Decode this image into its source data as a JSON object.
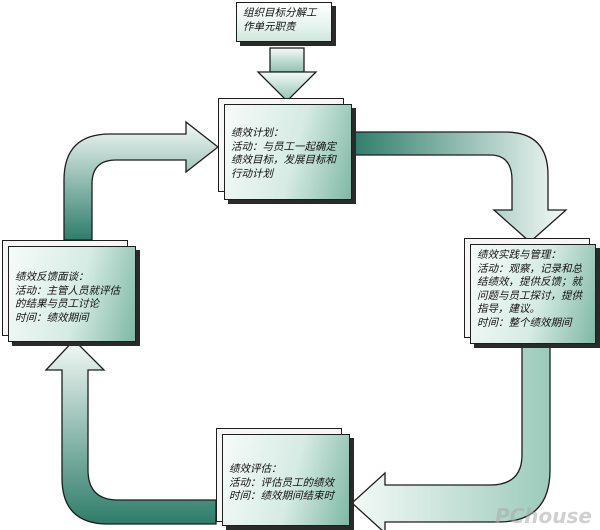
{
  "diagram": {
    "top": {
      "lines": [
        "组织目标分解工",
        "作单元职责"
      ]
    },
    "plan": {
      "lines": [
        "绩效计划：",
        "活动：与员工一起确定",
        "绩效目标，发展目标和",
        "行动计划"
      ]
    },
    "implement": {
      "lines": [
        "绩效实践与管理：",
        "活动：观察，记录和总",
        "结绩效，提供反馈；就",
        "问题与员工探讨，提供",
        "指导，建议。",
        "时间：整个绩效期间"
      ]
    },
    "evaluate": {
      "lines": [
        "绩效评估：",
        "活动：评估员工的绩效",
        "时间：绩效期间结束时"
      ]
    },
    "feedback": {
      "lines": [
        "绩效反馈面谈：",
        "活动：主管人员就评估",
        "的结果与员工讨论",
        "时间：绩效期间"
      ]
    }
  },
  "watermark": "PChouse",
  "colors": {
    "arrow_dark": "#2e7d6a",
    "arrow_light": "#f4faf7",
    "border": "#1e1e1e"
  }
}
